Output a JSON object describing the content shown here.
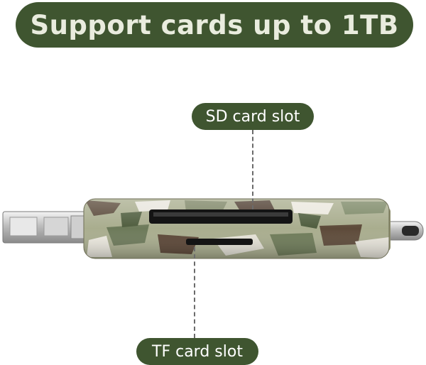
{
  "banner": {
    "title": "Support cards up to 1TB"
  },
  "callouts": {
    "sd_slot": "SD card slot",
    "tf_slot": "TF card slot"
  },
  "colors": {
    "banner_bg": "#3f5530",
    "banner_text": "#e9ecde",
    "pill_bg": "#3f5530",
    "pill_text": "#ffffff"
  }
}
